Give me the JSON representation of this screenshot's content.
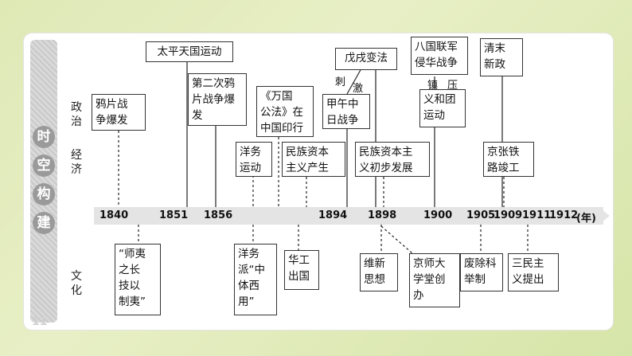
{
  "sidebar": {
    "chars": [
      "时",
      "空",
      "构",
      "建"
    ]
  },
  "rows": {
    "politics": "政治",
    "economy": "经济",
    "culture": "文化"
  },
  "timeline": {
    "years": [
      "1840",
      "1851",
      "1856",
      "1894",
      "1898",
      "1900",
      "1905",
      "1909",
      "1911",
      "1912"
    ],
    "unit": "(年)"
  },
  "events": {
    "opium_war": "鸦片战\n争爆发",
    "taiping": "太平天国运动",
    "second_opium_war": "第二次鸦\n片战争爆\n发",
    "wanguo_gongfa": "《万国\n公法》在\n中国印行",
    "sino_japanese_war": "甲午中\n日战争",
    "wuxu_reform": "戊戌变法",
    "eight_nation": "八国联军\n侵华战争",
    "boxer": "义和团\n运动",
    "late_qing_reform": "清末\n新政",
    "westernization": "洋务\n运动",
    "national_capital_emerge": "民族资本\n主义产生",
    "national_capital_develop": "民族资本主\n义初步发展",
    "jingzhang_railway": "京张铁\n路竣工",
    "shiyi": "“师夷\n之长\n技以\n制夷”",
    "westernization_school": "洋务\n派“中\n体西\n用”",
    "chinese_labor": "华工\n出国",
    "reform_thought": "维新\n思想",
    "jingshi_university": "京师大\n学堂创\n办",
    "abolish_exam": "废除科\n举制",
    "three_principles": "三民主\n义提出"
  },
  "annotations": {
    "stimulate_1": "刺",
    "stimulate_2": "激",
    "suppress_1": "镇",
    "suppress_2": "压"
  },
  "page_number": "11"
}
